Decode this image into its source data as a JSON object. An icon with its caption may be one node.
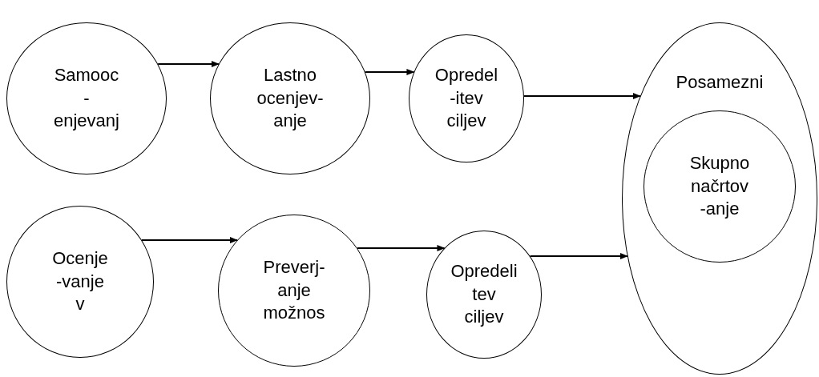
{
  "diagram": {
    "nodes": [
      {
        "text": [
          "Samooc - enjevanj"
        ]
      },
      {
        "text": [
          "Lastno ocenjev- anje"
        ]
      },
      {
        "text": [
          "Opredel -itev ciljev"
        ]
      },
      {
        "text": [
          "Ocenje -vanje v"
        ]
      },
      {
        "text": [
          "Preverj- anje možnos"
        ]
      },
      {
        "text": [
          "Opredeli tev ciljev"
        ]
      },
      {
        "text": [
          "Posamezni"
        ]
      },
      {
        "text": [
          "Skupno načrtov -anje"
        ],
        "in": 6
      }
    ],
    "edges": [
      {
        "from": 0,
        "to": 1,
        "arrow": "to"
      },
      {
        "from": 1,
        "to": 2,
        "arrow": "to"
      },
      {
        "from": 2,
        "to": 6,
        "arrow": "to"
      },
      {
        "from": 3,
        "to": 4,
        "arrow": "to"
      },
      {
        "from": 4,
        "to": 5,
        "arrow": "to"
      },
      {
        "from": 5,
        "to": 6,
        "arrow": "to"
      }
    ]
  }
}
